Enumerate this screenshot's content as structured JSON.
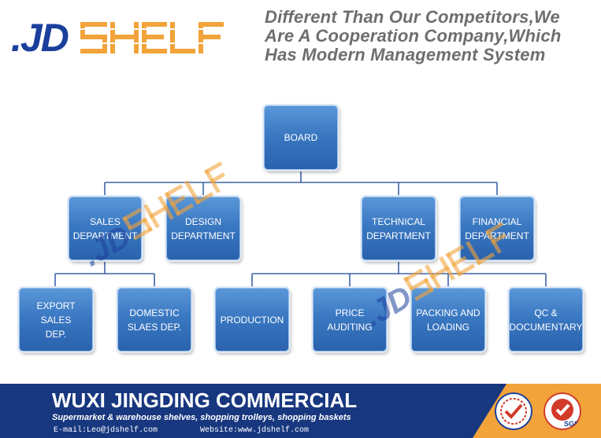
{
  "header": {
    "logo": {
      "letters_left": ".JD",
      "letters_right": "SHELF"
    },
    "tagline": [
      "Different Than Our Competitors,We",
      "Are A Cooperation Company,Which",
      "Has Modern Management System"
    ]
  },
  "org_chart": {
    "board": "BOARD",
    "departments": [
      {
        "id": "sales",
        "label": [
          "SALES",
          "DEPARTMENT"
        ]
      },
      {
        "id": "design",
        "label": [
          "DESIGN",
          "DEPARTMENT"
        ]
      },
      {
        "id": "technical",
        "label": [
          "TECHNICAL",
          "DEPARTMENT"
        ]
      },
      {
        "id": "financial",
        "label": [
          "FINANCIAL",
          "DEPARTMENT"
        ]
      }
    ],
    "units": [
      {
        "id": "export",
        "parent": "sales",
        "label": [
          "EXPORT SALES",
          "DEP."
        ]
      },
      {
        "id": "domestic",
        "parent": "sales",
        "label": [
          "DOMESTIC",
          "SLAES DEP."
        ]
      },
      {
        "id": "production",
        "parent": "technical",
        "label": [
          "PRODUCTION"
        ]
      },
      {
        "id": "price",
        "parent": "technical",
        "label": [
          "PRICE AUDITING"
        ]
      },
      {
        "id": "packing",
        "parent": "technical",
        "label": [
          "PACKING AND",
          "LOADING"
        ]
      },
      {
        "id": "qc",
        "parent": "technical",
        "label": [
          "QC &",
          "DOCUMENTARY"
        ]
      }
    ],
    "watermark": {
      "letters_left": ".JD",
      "letters_right": "SHELF"
    }
  },
  "footer": {
    "company": "WUXI JINGDING COMMERCIAL",
    "subtitle": "Supermarket & warehouse shelves, shopping trolleys, shopping baskets",
    "email": "E-mail:Leo@jdshelf.com",
    "website": "Website:www.jdshelf.com",
    "seal_text": "SGS"
  },
  "colors": {
    "brand_blue": "#1b3f9c",
    "brand_orange": "#f2a33a",
    "box_blue": "#3a78c2",
    "footer_blue": "#17377f"
  }
}
